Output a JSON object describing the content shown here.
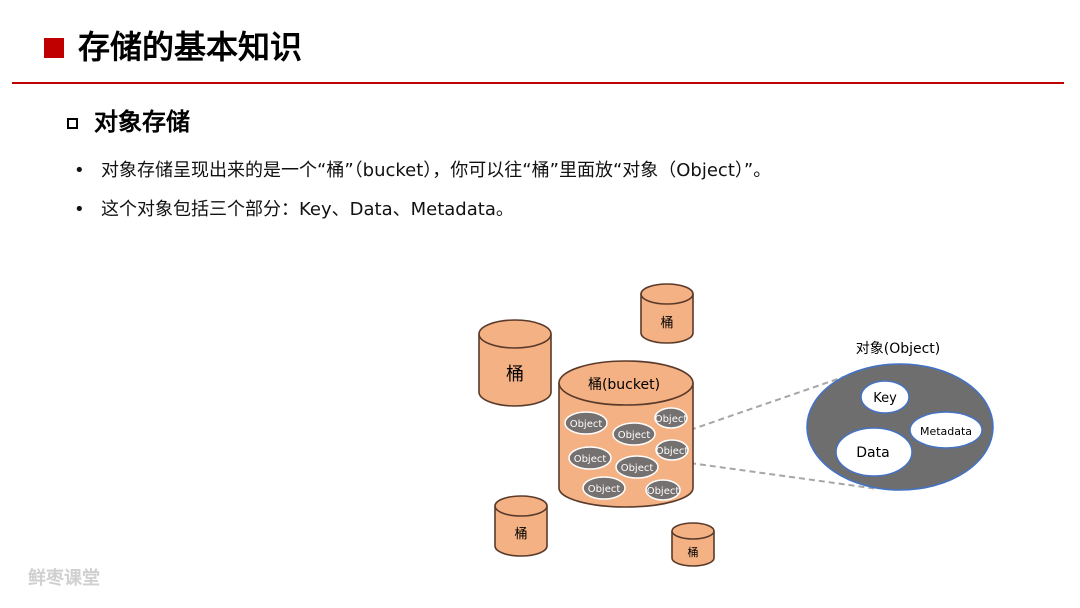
{
  "slide": {
    "title": "存储的基本知识"
  },
  "section": {
    "title": "对象存储"
  },
  "bullets": [
    "对象存储呈现出来的是一个“桶”（bucket），你可以往“桶”里面放“对象（Object）”。",
    "这个对象包括三个部分：Key、Data、Metadata。"
  ],
  "diagram": {
    "bucket_small_label": "桶",
    "main_bucket_label": "桶(bucket)",
    "object_label": "Object",
    "object_detail_title": "对象(Object)",
    "object_parts": {
      "key": "Key",
      "data": "Data",
      "metadata": "Metadata"
    }
  },
  "watermark": "鲜枣课堂",
  "colors": {
    "accent_red": "#c00000",
    "bucket_fill": "#f4b183",
    "bucket_stroke": "#5a3a2a",
    "object_fill": "#767171",
    "detail_fill": "#6e6e6e",
    "detail_stroke": "#4472c4"
  }
}
